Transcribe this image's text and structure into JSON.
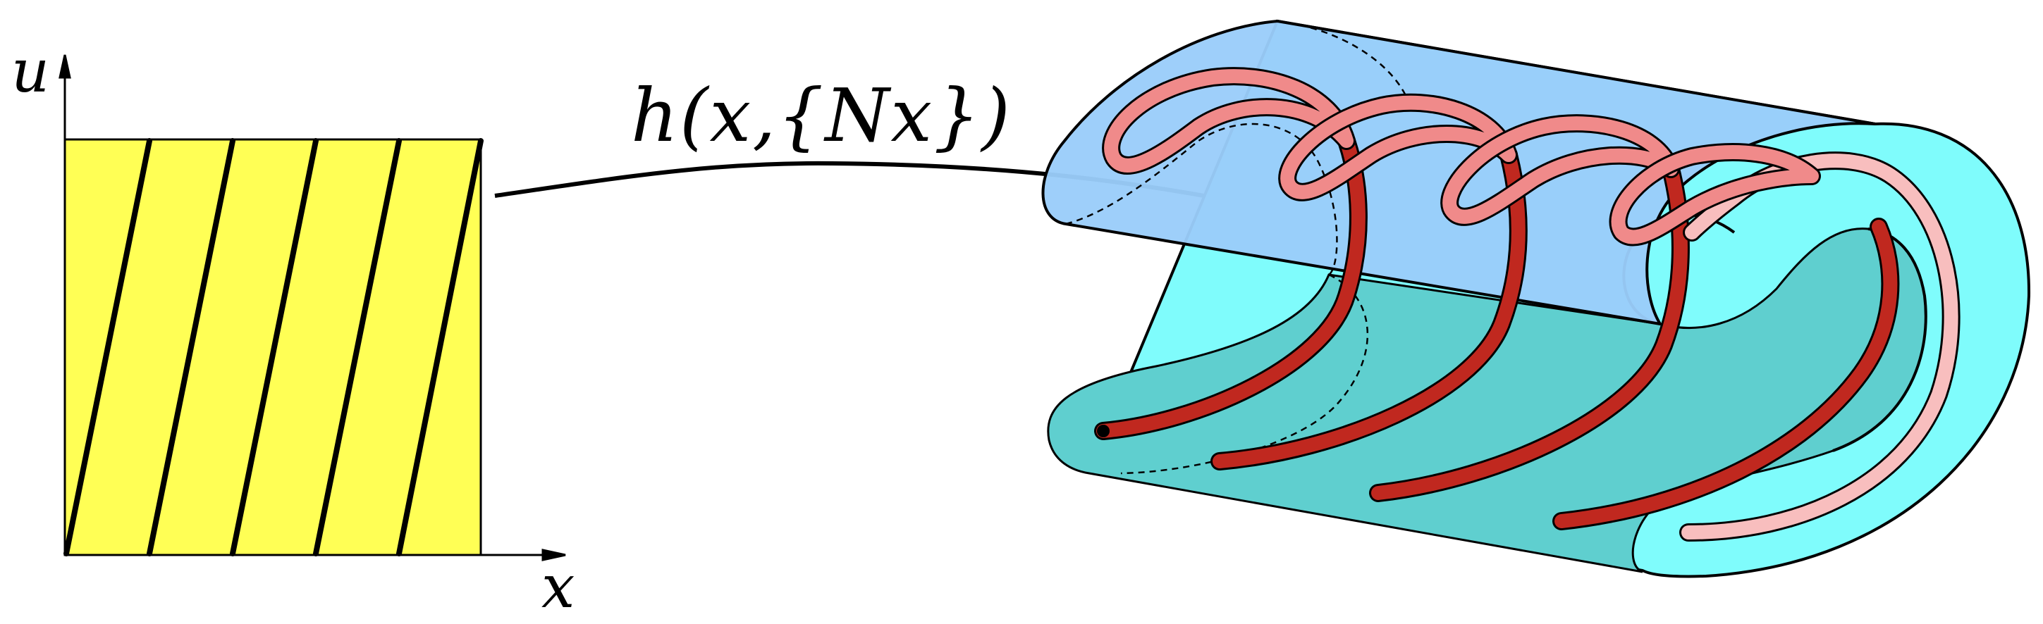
{
  "left_panel": {
    "axis_x_label": "x",
    "axis_u_label": "u",
    "square_color": "#ffff55",
    "stripe_count": 5
  },
  "arrow": {
    "label": "h(x,{Nx})"
  },
  "right_panel": {
    "surface_outer_color": "#7ffcfc",
    "surface_top_color": "#9acdfa",
    "surface_inner_color": "#5fcfcf",
    "helix_front_color": "#f08a8a",
    "helix_back_color": "#c0281f",
    "helix_far_color": "#f8bebe",
    "helix_turns": 4
  }
}
